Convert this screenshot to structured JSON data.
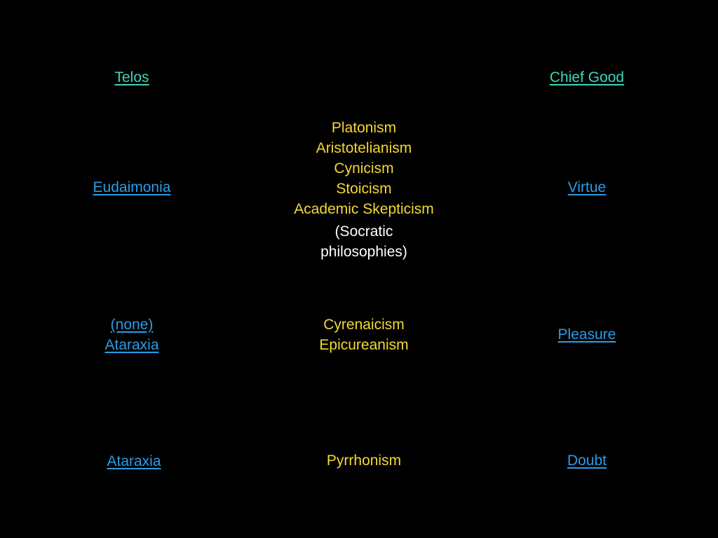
{
  "colors": {
    "header_link": "#3fd6b4",
    "link": "#2b9ce6",
    "school": "#f4d832",
    "note": "#ffffff",
    "background": "#000000"
  },
  "headers": {
    "telos": "Telos",
    "chief_good": "Chief Good"
  },
  "rows": [
    {
      "telos": [
        "Eudaimonia"
      ],
      "schools": [
        "Platonism",
        "Aristotelianism",
        "Cynicism",
        "Stoicism",
        "Academic Skepticism"
      ],
      "note": [
        "(Socratic",
        "philosophies)"
      ],
      "chief_good": "Virtue"
    },
    {
      "telos": [
        "(none)",
        "Ataraxia"
      ],
      "schools": [
        "Cyrenaicism",
        "Epicureanism"
      ],
      "chief_good": "Pleasure"
    },
    {
      "telos": [
        "Ataraxia"
      ],
      "schools": [
        "Pyrrhonism"
      ],
      "chief_good": "Doubt"
    }
  ]
}
